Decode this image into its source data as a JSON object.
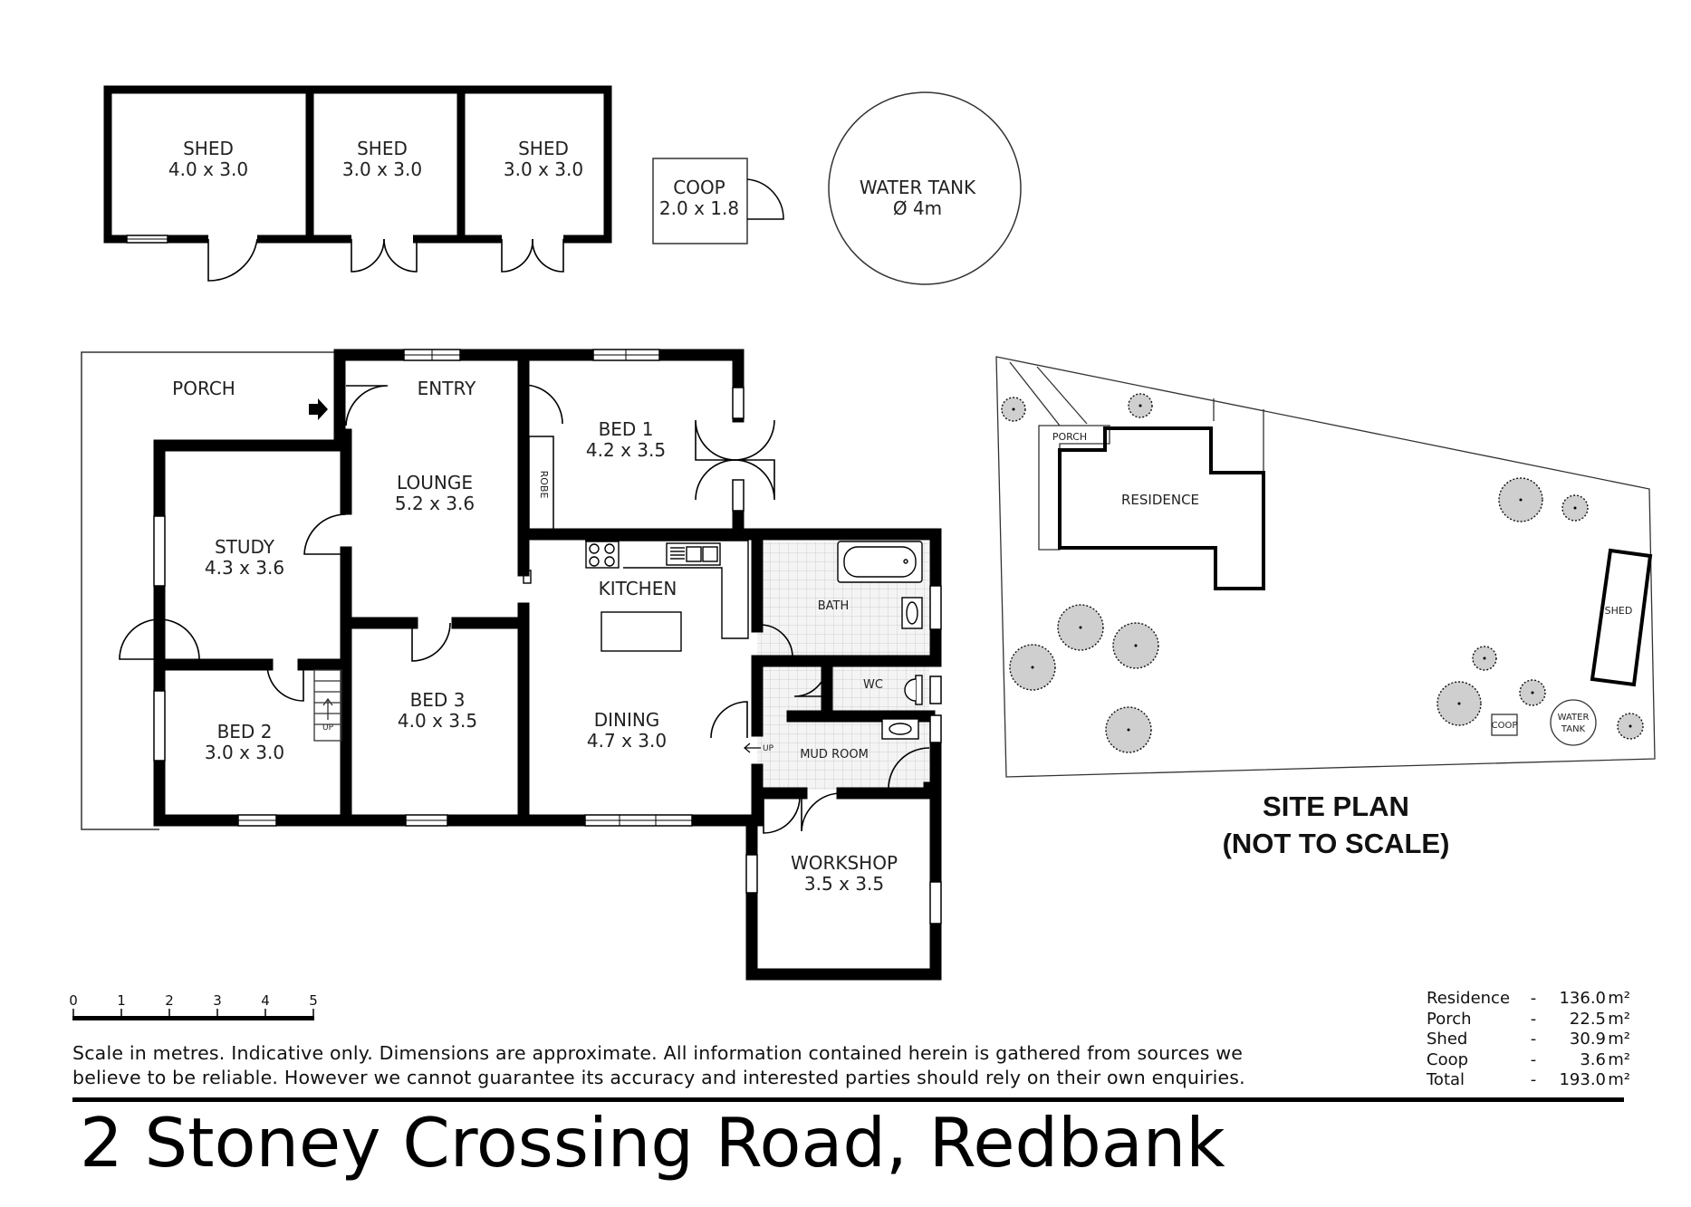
{
  "outbuildings": {
    "shed1": {
      "name": "SHED",
      "dims": "4.0 x 3.0"
    },
    "shed2": {
      "name": "SHED",
      "dims": "3.0 x 3.0"
    },
    "shed3": {
      "name": "SHED",
      "dims": "3.0 x 3.0"
    },
    "coop": {
      "name": "COOP",
      "dims": "2.0 x 1.8"
    },
    "tank": {
      "name": "WATER TANK",
      "dims": "Ø 4m"
    }
  },
  "floorplan": {
    "porch": "PORCH",
    "entry": "ENTRY",
    "lounge": {
      "name": "LOUNGE",
      "dims": "5.2 x 3.6"
    },
    "bed1": {
      "name": "BED 1",
      "dims": "4.2 x 3.5"
    },
    "robe": "ROBE",
    "study": {
      "name": "STUDY",
      "dims": "4.3 x 3.6"
    },
    "kitchen": "KITCHEN",
    "bath": "BATH",
    "wc": "WC",
    "bed3": {
      "name": "BED 3",
      "dims": "4.0 x 3.5"
    },
    "dining": {
      "name": "DINING",
      "dims": "4.7 x 3.0"
    },
    "bed2": {
      "name": "BED 2",
      "dims": "3.0 x 3.0"
    },
    "mudroom": "MUD ROOM",
    "workshop": {
      "name": "WORKSHOP",
      "dims": "3.5 x 3.5"
    },
    "up1": "UP",
    "up2": "UP"
  },
  "siteplan": {
    "porch": "PORCH",
    "residence": "RESIDENCE",
    "shed": "SHED",
    "coop": "COOP",
    "tank_line1": "WATER",
    "tank_line2": "TANK",
    "title_line1": "SITE PLAN",
    "title_line2": "(NOT TO SCALE)"
  },
  "scale": {
    "ticks": [
      "0",
      "1",
      "2",
      "3",
      "4",
      "5"
    ]
  },
  "disclaimer": {
    "line1": "Scale in metres. Indicative only. Dimensions are approximate. All information contained herein is gathered from sources we",
    "line2": "believe to be reliable. However we cannot guarantee  its accuracy and interested parties should rely on their own enquiries."
  },
  "areas": [
    {
      "name": "Residence",
      "dash": "-",
      "value": "136.0",
      "unit": "m²"
    },
    {
      "name": "Porch",
      "dash": "-",
      "value": "22.5",
      "unit": "m²"
    },
    {
      "name": "Shed",
      "dash": "-",
      "value": "30.9",
      "unit": "m²"
    },
    {
      "name": "Coop",
      "dash": "-",
      "value": "3.6",
      "unit": "m²"
    },
    {
      "name": "Total",
      "dash": "-",
      "value": "193.0",
      "unit": "m²"
    }
  ],
  "address": "2 Stoney Crossing Road, Redbank"
}
